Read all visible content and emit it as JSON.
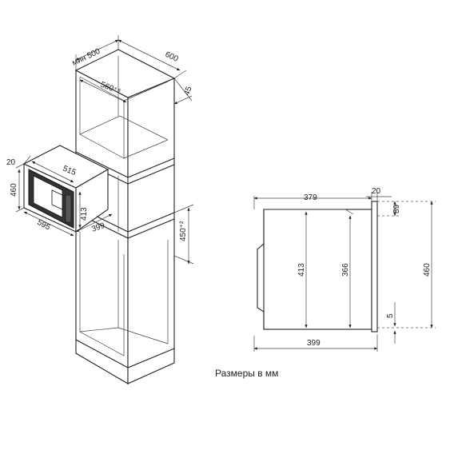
{
  "caption": "Размеры в мм",
  "iso": {
    "min_depth": "мин 500",
    "cabinet_depth": "600",
    "niche_width": "560⁺⁸",
    "offset": "45",
    "niche_height": "450⁺²",
    "oven_depth": "20",
    "oven_height": "460",
    "oven_top": "515",
    "oven_inner": "413",
    "oven_width": "595",
    "oven_body": "399"
  },
  "side": {
    "depth_top": "379",
    "front": "20",
    "gap_top": "89",
    "inner_413": "413",
    "inner_366": "366",
    "total_460": "460",
    "bottom_5": "5",
    "depth_bottom": "399"
  }
}
